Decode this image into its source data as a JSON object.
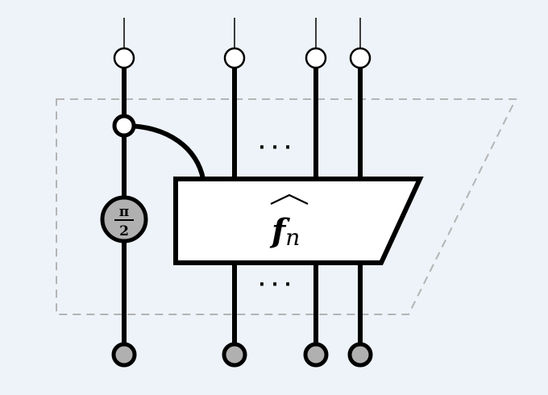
{
  "diagram": {
    "box_label_main": "f",
    "box_label_sub": "n",
    "box_label_hat": "^",
    "phase_numerator": "π",
    "phase_denominator": "2",
    "ellipsis_top": "· · ·",
    "ellipsis_bottom": "· · ·"
  },
  "colors": {
    "background": "#edf3f8",
    "wire": "#000000",
    "open_node_fill": "#ffffff",
    "closed_node_fill": "#b0b0b0",
    "phase_node_fill": "#b0b0b0",
    "dashed_outline": "#b4b4b4",
    "box_fill": "#ffffff"
  }
}
